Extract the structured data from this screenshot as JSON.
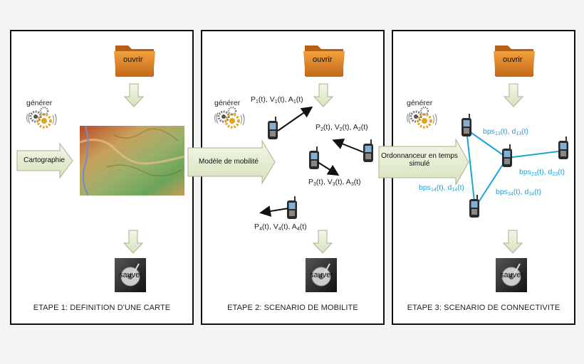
{
  "stages": [
    {
      "caption": "ETAPE 1: DEFINITION D'UNE CARTE",
      "open_label": "ouvrir",
      "generate_label": "générer",
      "save_label": "sauver",
      "process_label": "Cartographie"
    },
    {
      "caption": "ETAPE 2: SCENARIO DE MOBILITE",
      "open_label": "ouvrir",
      "generate_label": "générer",
      "save_label": "sauver",
      "process_label": "Modèle de mobilité"
    },
    {
      "caption": "ETAPE 3: SCENARIO DE CONNECTIVITE",
      "open_label": "ouvrir",
      "generate_label": "générer",
      "save_label": "sauver",
      "process_label": "Ordonnanceur en temps simulé"
    }
  ],
  "mobility_labels": {
    "n1": {
      "P": "P",
      "V": "V",
      "A": "A",
      "i": "1",
      "t": "(t)"
    },
    "n2": {
      "P": "P",
      "V": "V",
      "A": "A",
      "i": "2",
      "t": "(t)"
    },
    "n3": {
      "P": "P",
      "V": "V",
      "A": "A",
      "i": "3",
      "t": "(t)"
    },
    "n4": {
      "P": "P",
      "V": "V",
      "A": "A",
      "i": "4",
      "t": "(t)"
    }
  },
  "connectivity_labels": {
    "l13": {
      "bps": "bps",
      "d": "d",
      "i": "13",
      "t": "(t)"
    },
    "l23": {
      "bps": "bps",
      "d": "d",
      "i": "23",
      "t": "(t)"
    },
    "l14": {
      "bps": "bps",
      "d": "d",
      "i": "14",
      "t": "(t)"
    },
    "l34": {
      "bps": "bps",
      "d": "d",
      "i": "34",
      "t": "(t)"
    }
  },
  "colors": {
    "folder": "#d9821e",
    "arrow_fill": "#e6efd2",
    "arrow_stroke": "#a9b28e",
    "link": "#1ea3d9",
    "border": "#111111"
  }
}
